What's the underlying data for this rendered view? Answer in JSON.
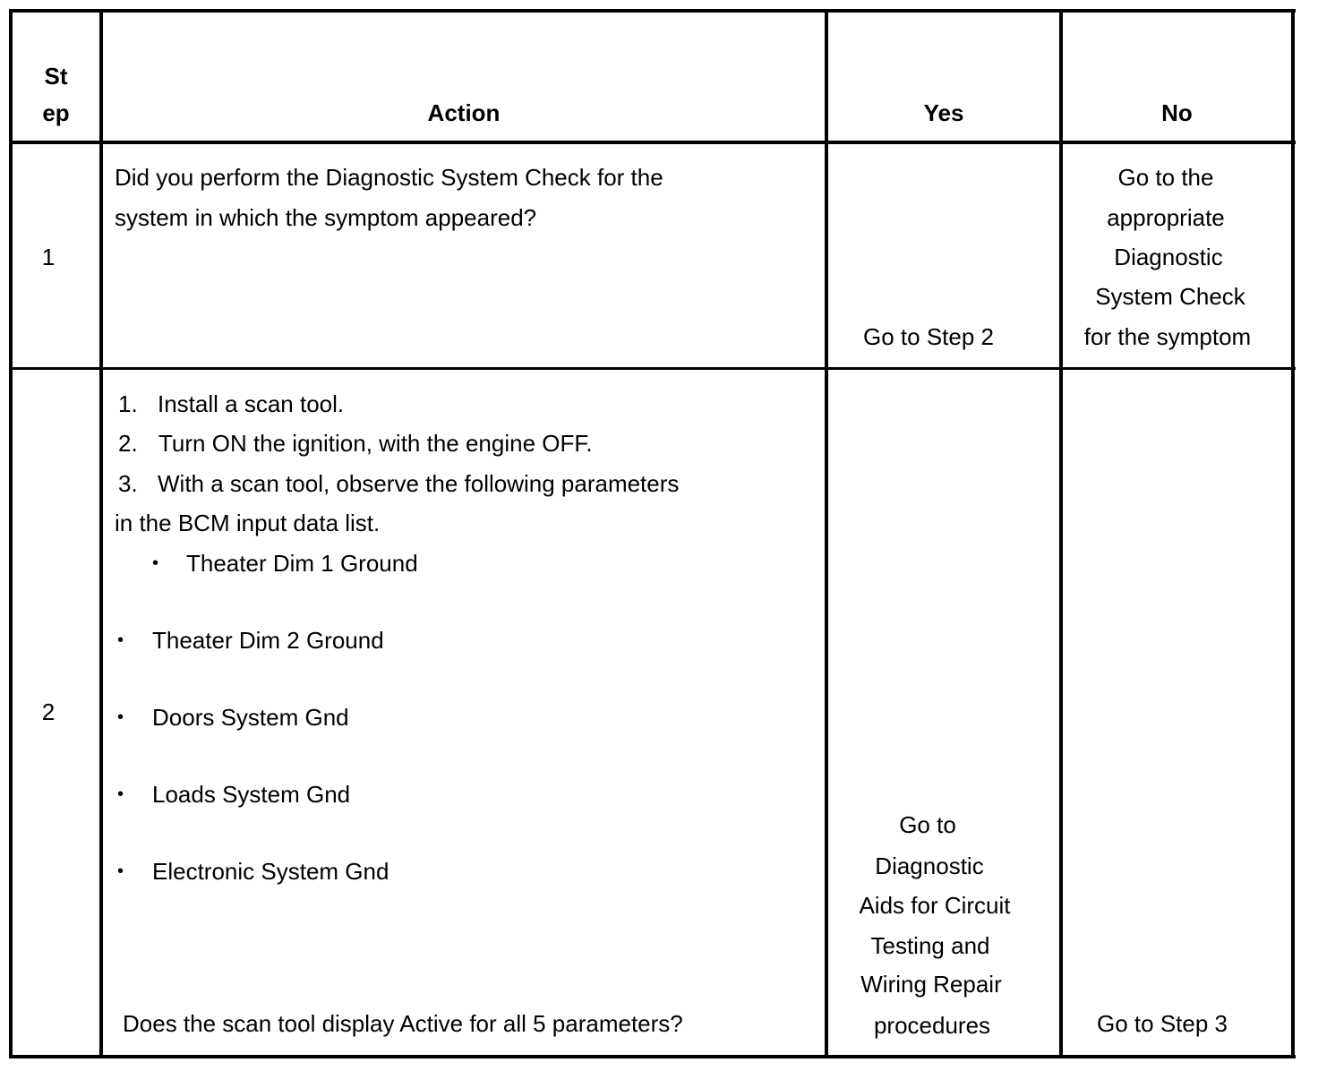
{
  "table": {
    "headers": {
      "step_line1": "St",
      "step_line2": "ep",
      "action": "Action",
      "yes": "Yes",
      "no": "No"
    },
    "rows": [
      {
        "step": "1",
        "action_line1": "Did you perform the Diagnostic System Check for the",
        "action_line2": "system in which the symptom appeared?",
        "yes": "Go to Step 2",
        "no_lines": [
          "Go to the",
          "appropriate",
          "Diagnostic",
          "System Check",
          "for the symptom"
        ]
      },
      {
        "step": "2",
        "steps": [
          {
            "num": "1.",
            "text": "Install a scan tool."
          },
          {
            "num": "2.",
            "text": "Turn ON the ignition, with the engine OFF."
          },
          {
            "num": "3.",
            "text": "With a scan tool, observe the following parameters"
          }
        ],
        "step3_cont": "in the BCM input data list.",
        "bullet": "•",
        "parameters": [
          "Theater Dim 1 Ground",
          "Theater Dim 2 Ground",
          "Doors System Gnd",
          "Loads System Gnd",
          "Electronic System Gnd"
        ],
        "question": "Does the scan tool display Active for all 5 parameters?",
        "yes_lines": [
          "Go to",
          "Diagnostic",
          "Aids for Circuit",
          "Testing and",
          "Wiring Repair",
          "procedures"
        ],
        "no": "Go to Step 3"
      }
    ]
  }
}
